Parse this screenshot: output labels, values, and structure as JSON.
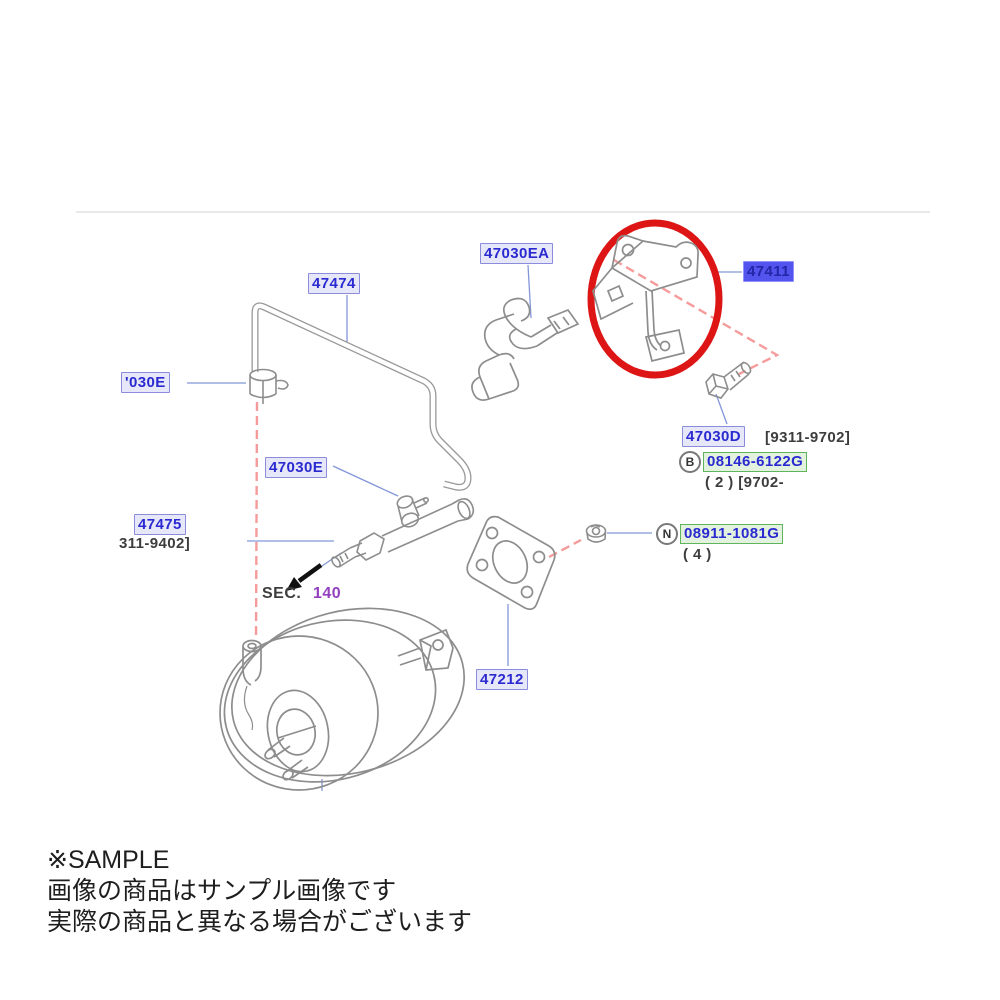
{
  "parts": {
    "hose": {
      "number": "47474"
    },
    "clip": {
      "number": "47030EA"
    },
    "bracket": {
      "number": "47411"
    },
    "clamp": {
      "number": "'030E"
    },
    "clamp2": {
      "number": "47030E"
    },
    "rod": {
      "number": "47475",
      "range": "311-9402]"
    },
    "bolt": {
      "number": "47030D",
      "range": "[9311-9702]"
    },
    "gasket": {
      "number": "47212"
    }
  },
  "hardware": {
    "bolt_b": {
      "prefix": "B",
      "number": "08146-6122G",
      "qty": "( 2 )",
      "range": "[9702-"
    },
    "nut_n": {
      "prefix": "N",
      "number": "08911-1081G",
      "qty": "( 4 )"
    }
  },
  "section": {
    "label": "SEC.",
    "number": "140"
  },
  "footer": {
    "sample": "※SAMPLE",
    "line1": "画像の商品はサンプル画像です",
    "line2": "実際の商品と異なる場合がございます"
  },
  "colors": {
    "label_text": "#2a2ad0",
    "label_bg": "#e7e7fa",
    "selected_bg": "#5353ee",
    "green_bg": "#e3f2df",
    "highlight_red": "#dd1515",
    "dash_red": "#f59b9b",
    "leader_blue": "#8296d8",
    "line_gray": "#8d8d8d",
    "sec_purple": "#9340bf"
  }
}
